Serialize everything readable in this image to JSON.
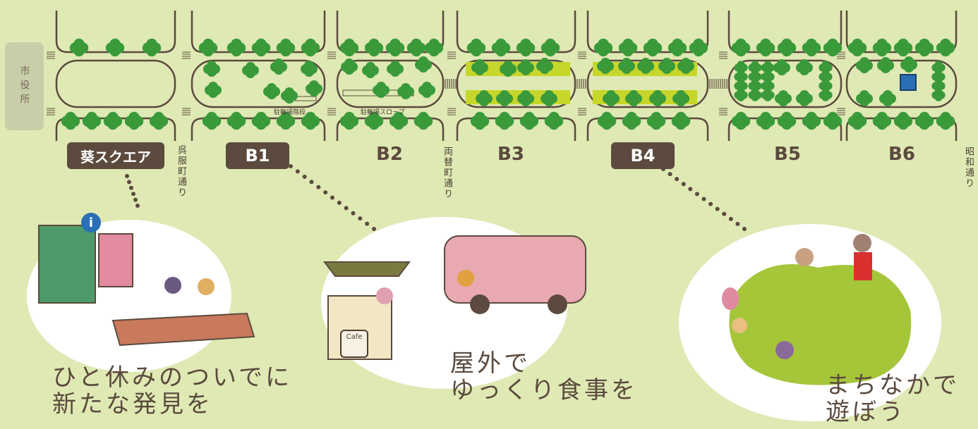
{
  "city_hall": "市役所",
  "blocks": [
    {
      "id": "aoi",
      "label": "葵スクエア",
      "boxed": true
    },
    {
      "id": "b1",
      "label": "B1",
      "boxed": true
    },
    {
      "id": "b2",
      "label": "B2",
      "boxed": false
    },
    {
      "id": "b3",
      "label": "B3",
      "boxed": false
    },
    {
      "id": "b4",
      "label": "B4",
      "boxed": true
    },
    {
      "id": "b5",
      "label": "B5",
      "boxed": false
    },
    {
      "id": "b6",
      "label": "B6",
      "boxed": false
    }
  ],
  "streets": {
    "gofuku": "呉服町通り",
    "ryogae": "両替町通り",
    "showa": "昭和通り"
  },
  "parking": {
    "b1": "駐輪場階段",
    "b2": "駐輪場スロープ"
  },
  "captions": {
    "aoi": [
      "ひと休みのついでに",
      "新たな発見を"
    ],
    "b1": [
      "屋外で",
      "ゆっくり食事を"
    ],
    "b4": [
      "まちなかで",
      "遊ぼう"
    ]
  },
  "illustration": {
    "sign": "Cafe",
    "info_mark": "i"
  },
  "colors": {
    "background": "#dfe9b4",
    "label": "#5b4a3d",
    "tree": "#3a9a3a",
    "highlight": "#c7d62a"
  }
}
